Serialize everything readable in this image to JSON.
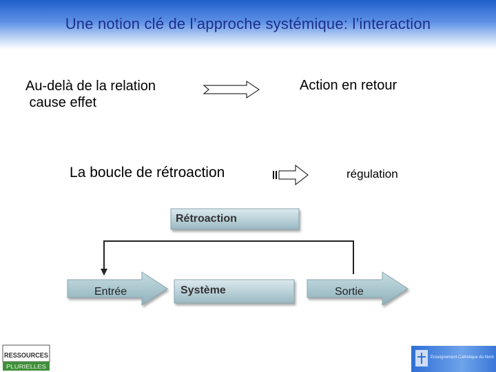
{
  "slide": {
    "title": "Une notion clé de l’approche systémique: l’interaction",
    "line1_left_a": "Au-delà de la relation",
    "line1_left_b": " cause effet",
    "line1_right": "Action en retour",
    "line2_left": "La boucle de rétroaction",
    "line2_right": "régulation"
  },
  "diagram": {
    "feedback_label": "Rétroaction",
    "input_label": "Entrée",
    "system_label": "Système",
    "output_label": "Sortie"
  },
  "logos": {
    "left_top": "RESSOURCES",
    "left_bottom": "PLURIELLES",
    "right_text": "Enseignement Catholique du Nord"
  }
}
